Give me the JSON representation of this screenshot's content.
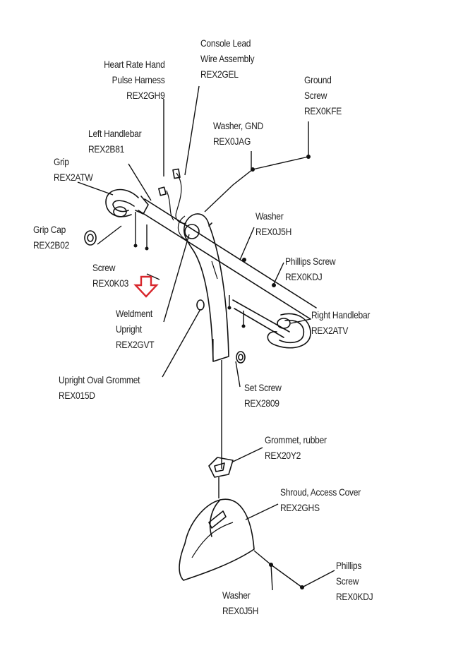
{
  "labels": {
    "console_lead": {
      "line1": "Console Lead",
      "line2": "Wire Assembly",
      "code": "REX2GEL"
    },
    "heart_rate": {
      "line1": "Heart Rate Hand",
      "line2": "Pulse Harness",
      "code": "REX2GH9"
    },
    "ground_screw": {
      "line1": "Ground",
      "line2": "Screw",
      "code": "REX0KFE"
    },
    "washer_gnd": {
      "name": "Washer, GND",
      "code": "REX0JAG"
    },
    "left_handlebar": {
      "name": "Left Handlebar",
      "code": "REX2B81"
    },
    "grip": {
      "name": "Grip",
      "code": "REX2ATW"
    },
    "washer_top": {
      "name": "Washer",
      "code": "REX0J5H"
    },
    "grip_cap": {
      "name": "Grip Cap",
      "code": "REX2B02"
    },
    "phillips_top": {
      "name": "Phillips Screw",
      "code": "REX0KDJ"
    },
    "screw": {
      "name": "Screw",
      "code": "REX0K03"
    },
    "weldment": {
      "line1": "Weldment",
      "line2": "Upright",
      "code": "REX2GVT"
    },
    "right_handlebar": {
      "name": "Right Handlebar",
      "code": "REX2ATV"
    },
    "oval_grommet": {
      "name": "Upright Oval Grommet",
      "code": "REX015D"
    },
    "set_screw": {
      "name": "Set Screw",
      "code": "REX2809"
    },
    "grommet_rubber": {
      "name": "Grommet, rubber",
      "code": "REX20Y2"
    },
    "shroud": {
      "name": "Shroud, Access Cover",
      "code": "REX2GHS"
    },
    "washer_bottom": {
      "name": "Washer",
      "code": "REX0J5H"
    },
    "phillips_bottom": {
      "line1": "Phillips",
      "line2": "Screw",
      "code": "REX0KDJ"
    }
  },
  "colors": {
    "pointer_arrow": "#d8262c",
    "line": "#111111",
    "text": "#222222"
  },
  "icons": {
    "pointer": "down-arrow-icon"
  }
}
